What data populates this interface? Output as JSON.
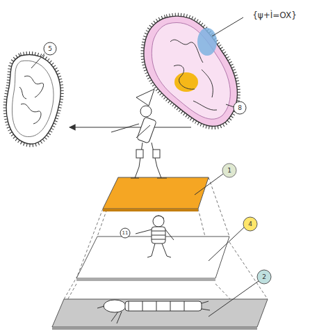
{
  "diagram": {
    "labels": [
      "5",
      "{ψ+Ì=OX}",
      "8",
      "1",
      "11",
      "4",
      "2"
    ]
  }
}
